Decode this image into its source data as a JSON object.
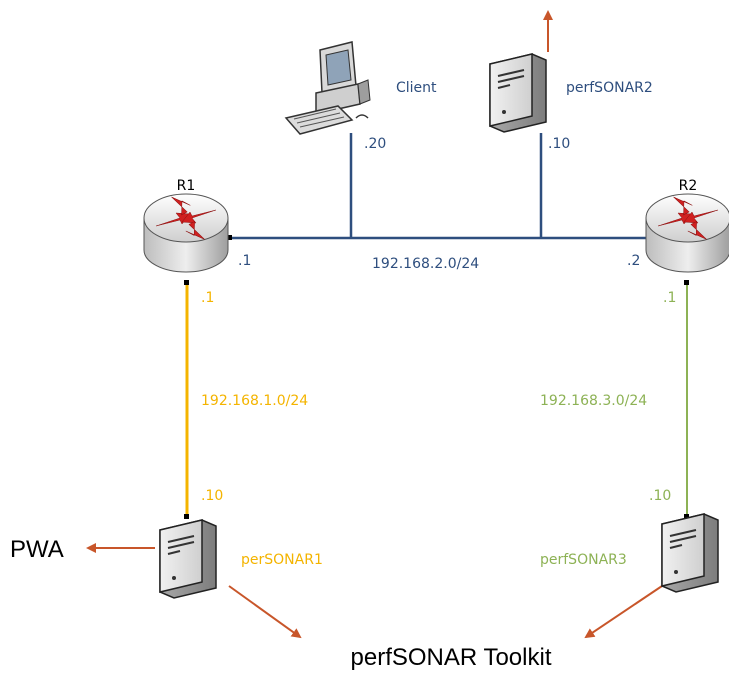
{
  "routers": {
    "r1": {
      "name": "R1"
    },
    "r2": {
      "name": "R2"
    }
  },
  "hosts": {
    "client": {
      "name": "Client",
      "ip_suffix": ".20"
    },
    "ps2": {
      "name": "perfSONAR2",
      "ip_suffix": ".10"
    },
    "ps1": {
      "name": "perSONAR1"
    },
    "ps3": {
      "name": "perfSONAR3"
    }
  },
  "networks": {
    "middle": {
      "subnet": "192.168.2.0/24",
      "r1_suffix": ".1",
      "r2_suffix": ".2"
    },
    "left": {
      "subnet": "192.168.1.0/24",
      "router_suffix": ".1",
      "host_suffix": ".10"
    },
    "right": {
      "subnet": "192.168.3.0/24",
      "router_suffix": ".1",
      "host_suffix": ".10"
    }
  },
  "external": {
    "pwa": "PWA",
    "toolkit": "perfSONAR Toolkit"
  },
  "colors": {
    "middle_link": "#2e4e7e",
    "left_link": "#f4b400",
    "right_link": "#8db255",
    "arrow": "#c8562a"
  }
}
